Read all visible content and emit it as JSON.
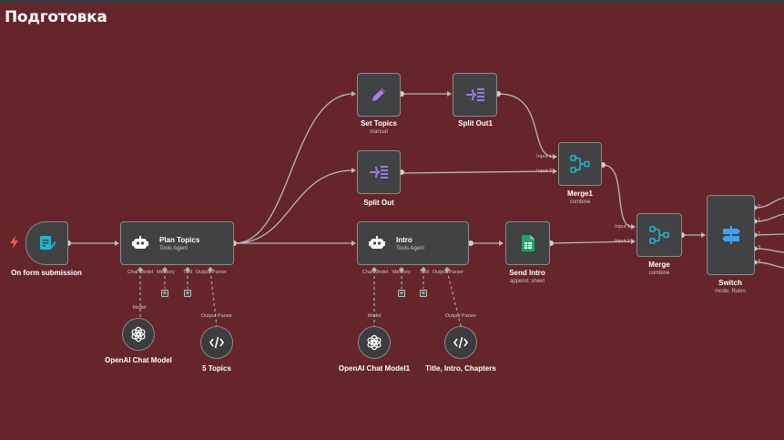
{
  "page_title": "Подготовка",
  "colors": {
    "canvas": "#66252a",
    "node": "#414244",
    "wire": "#bbbbbb",
    "accent_violet": "#a77ef7",
    "accent_teal": "#22b6cf",
    "accent_blue": "#3fa2f6",
    "trigger_red": "#ff5656",
    "sheets_green": "#21a464"
  },
  "nodes": {
    "form_trigger": {
      "title": "On form submission",
      "icon": "form-icon"
    },
    "plan_topics": {
      "title": "Plan Topics",
      "subtitle": "Tools Agent",
      "icon": "robot-icon",
      "ports": {
        "chat_model": "Chat Model",
        "memory": "Memory",
        "tool": "Tool",
        "output_parser": "Output Parser"
      }
    },
    "set_topics": {
      "title": "Set Topics",
      "subtitle": "manual",
      "icon": "pencil-icon"
    },
    "split_out": {
      "title": "Split Out",
      "icon": "split-icon"
    },
    "split_out1": {
      "title": "Split Out1",
      "icon": "split-icon"
    },
    "merge1": {
      "title": "Merge1",
      "subtitle": "combine",
      "icon": "merge-icon",
      "inputs": [
        "Input 1",
        "Input 2"
      ]
    },
    "intro": {
      "title": "Intro",
      "subtitle": "Tools Agent",
      "icon": "robot-icon",
      "ports": {
        "chat_model": "Chat Model",
        "memory": "Memory",
        "tool": "Tool",
        "output_parser": "Output Parser"
      }
    },
    "send_intro": {
      "title": "Send Intro",
      "subtitle": "append: sheet",
      "icon": "sheets-icon"
    },
    "merge": {
      "title": "Merge",
      "subtitle": "combine",
      "icon": "merge-icon",
      "inputs": [
        "Input 1",
        "Input 2"
      ]
    },
    "switch": {
      "title": "Switch",
      "subtitle": "mode: Rules",
      "icon": "switch-icon",
      "outputs": [
        "0",
        "1",
        "2",
        "3",
        "4"
      ]
    },
    "openai_model": {
      "title": "OpenAI Chat Model",
      "port_label": "Model",
      "icon": "openai-icon"
    },
    "five_topics": {
      "title": "5 Topics",
      "port_label": "Output Parser",
      "icon": "code-icon"
    },
    "openai_model1": {
      "title": "OpenAI Chat Model1",
      "port_label": "Model",
      "icon": "openai-icon"
    },
    "title_intro_chapters": {
      "title": "Title, Intro, Chapters",
      "port_label": "Output Parser",
      "icon": "code-icon"
    }
  },
  "add_button": "+"
}
